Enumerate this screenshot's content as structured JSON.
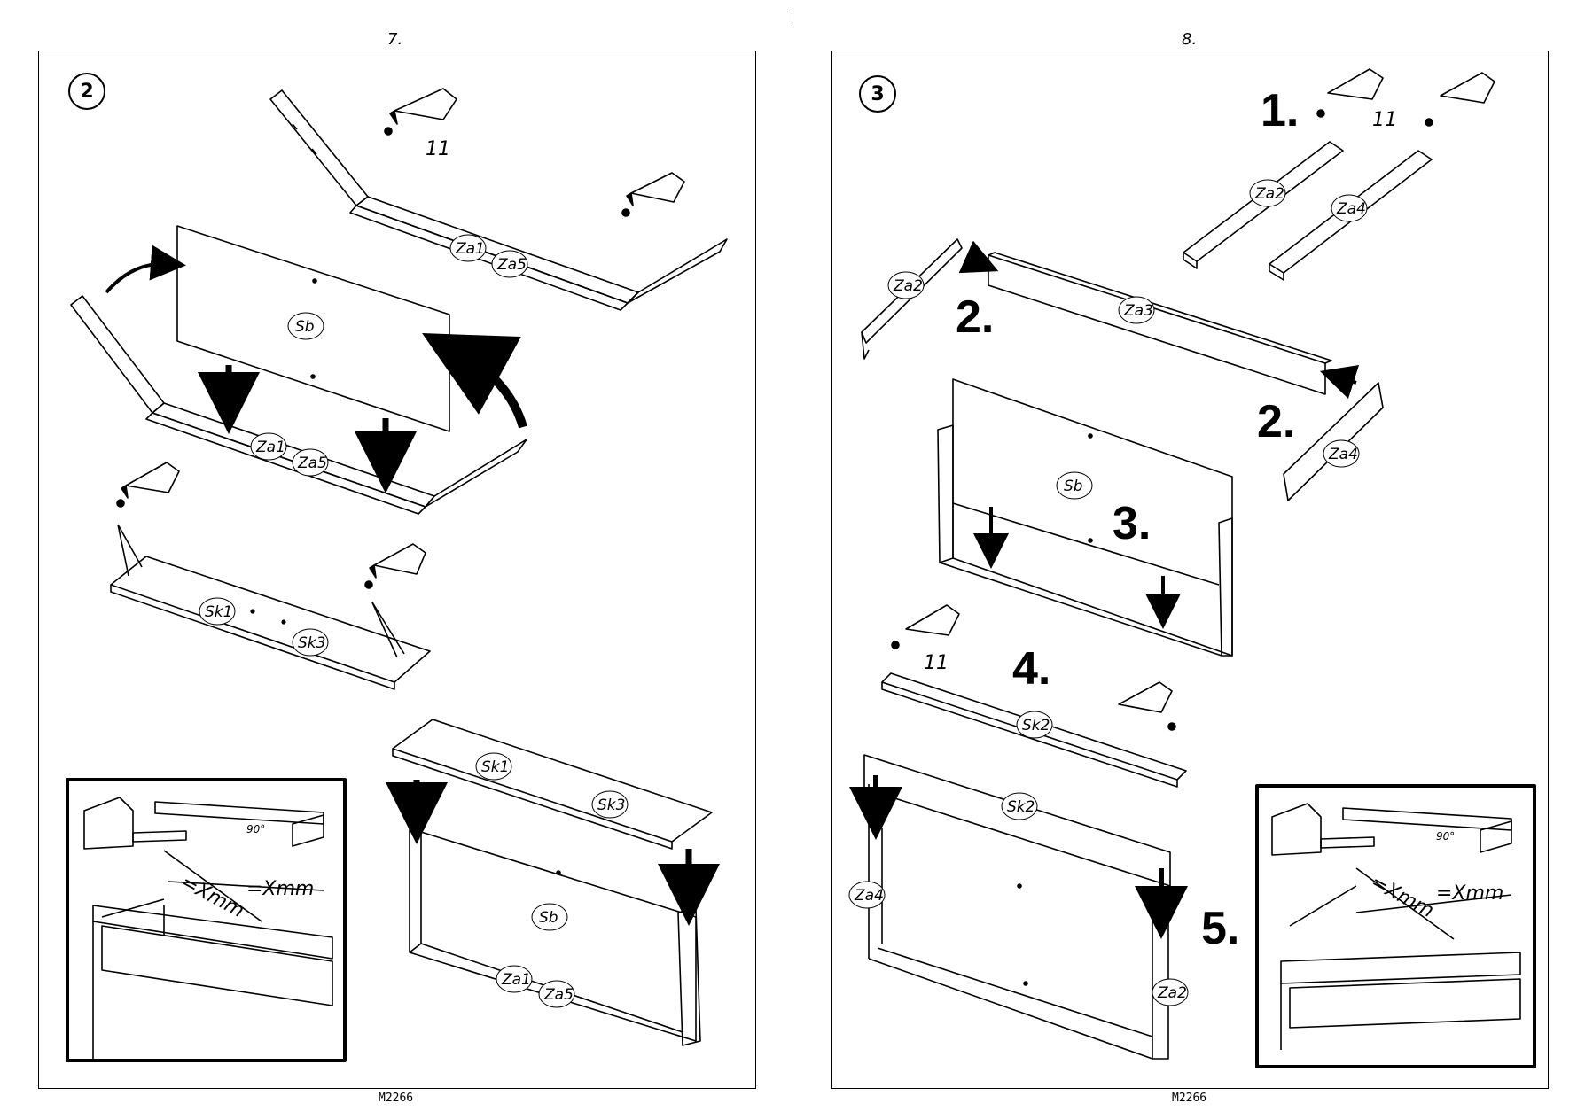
{
  "pages": [
    {
      "page_number": "7.",
      "step": "2",
      "footer": "M2266",
      "glue_count": "11",
      "labels": {
        "za1_top": "Za1",
        "za5_top": "Za5",
        "sb": "Sb",
        "za1_mid": "Za1",
        "za5_mid": "Za5",
        "sk1": "Sk1",
        "sk3": "Sk3",
        "sk1_b": "Sk1",
        "sk3_b": "Sk3",
        "sb_b": "Sb",
        "za1_b": "Za1",
        "za5_b": "Za5"
      },
      "inset": {
        "angle": "90°",
        "dim1": "=Xmm",
        "dim2": "=Xmm"
      }
    },
    {
      "page_number": "8.",
      "step": "3",
      "footer": "M2266",
      "glue_count_a": "11",
      "glue_count_b": "11",
      "sub_steps": [
        "1.",
        "2.",
        "2.",
        "3.",
        "4.",
        "5."
      ],
      "labels": {
        "za2_a": "Za2",
        "za4_a": "Za4",
        "za2_b": "Za2",
        "za3": "Za3",
        "za4_b": "Za4",
        "sb": "Sb",
        "sk2_a": "Sk2",
        "sk2_b": "Sk2",
        "za4_c": "Za4",
        "za2_c": "Za2"
      },
      "inset": {
        "angle": "90°",
        "dim1": "=Xmm",
        "dim2": "=Xmm"
      }
    }
  ]
}
